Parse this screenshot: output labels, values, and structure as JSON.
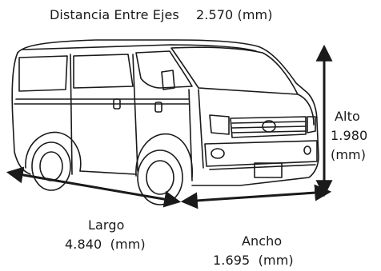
{
  "dimensions": {
    "wheelbase": {
      "label": "Distancia Entre Ejes",
      "value": "2.570 (mm)"
    },
    "height": {
      "label": "Alto",
      "value": "1.980",
      "unit": "(mm)"
    },
    "length": {
      "label": "Largo",
      "value": "4.840  (mm)"
    },
    "width": {
      "label": "Ancho",
      "value": "1.695  (mm)"
    }
  },
  "colors": {
    "line": "#1a1a1a",
    "background": "#ffffff"
  },
  "icons": {
    "vehicle": "van-line-drawing",
    "arrow": "double-headed-arrow"
  }
}
